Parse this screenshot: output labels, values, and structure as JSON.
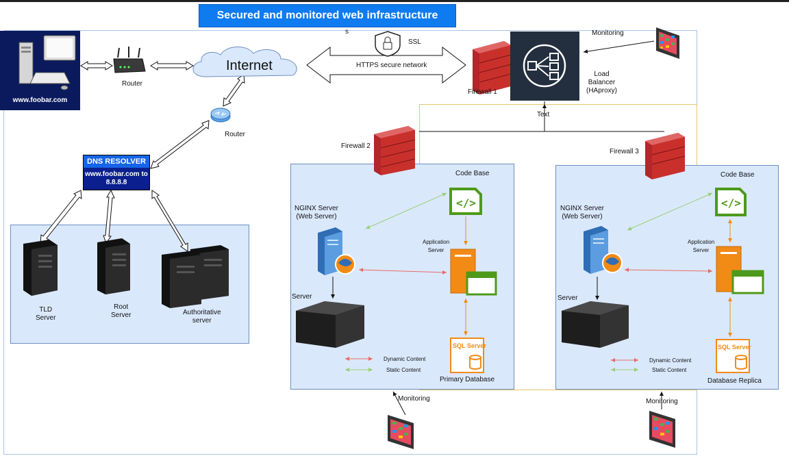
{
  "title": "Secured and monitored web infrastructure",
  "labels": {
    "s_mark": "s",
    "ssl": "SSL",
    "https": "HTTPS secure network",
    "internet": "Internet",
    "router1": "Router",
    "router2": "Router",
    "firewall1": "Firewall 1",
    "firewall2": "Firewall 2",
    "firewall3": "Firewall 3",
    "load_balancer": "Load\nBalancer\n(HAproxy)",
    "monitoring_top": "Monitoring",
    "monitoring_bottom1": "Monitoring",
    "monitoring_bottom2": "Monitoring",
    "text_label": "Text",
    "site": "www.foobar.com",
    "tld": "TLD\nServer",
    "root": "Root\nServer",
    "authoritative": "Authoritative\nserver"
  },
  "dns": {
    "header": "DNS RESOLVER",
    "body": "www.foobar.com to\n8.8.8.8"
  },
  "cluster_left": {
    "code_base": "Code Base",
    "nginx": "NGINX Server\n(Web Server)",
    "app_server": "Application\nServer",
    "server": "Server",
    "sql": "SQL Server",
    "database": "Primary Database",
    "legend_dynamic": "Dynamic Content",
    "legend_static": "Static Content"
  },
  "cluster_right": {
    "code_base": "Code Base",
    "nginx": "NGINX Server\n(Web Server)",
    "app_server": "Application\nServer",
    "server": "Server",
    "sql": "SQL Server",
    "database": "Database Replica",
    "legend_dynamic": "Dynamic Content",
    "legend_static": "Static Content"
  },
  "colors": {
    "title_bg": "#0f7bf0",
    "panel_bg": "#dae8fc",
    "firewall": "#b3262a",
    "orange": "#f28a16",
    "code_green": "#4e9a1a",
    "dynamic_arrow": "#ea6b66",
    "static_arrow": "#97d077",
    "lb_dark": "#232f3e"
  },
  "icons": [
    "computer-icon",
    "router-icon",
    "cloud-icon",
    "ssl-shield-icon",
    "firewall-icon",
    "load-balancer-icon",
    "monitor-icon",
    "server-tower-icon",
    "web-server-icon",
    "code-icon",
    "application-server-icon",
    "database-icon",
    "rack-server-icon"
  ]
}
